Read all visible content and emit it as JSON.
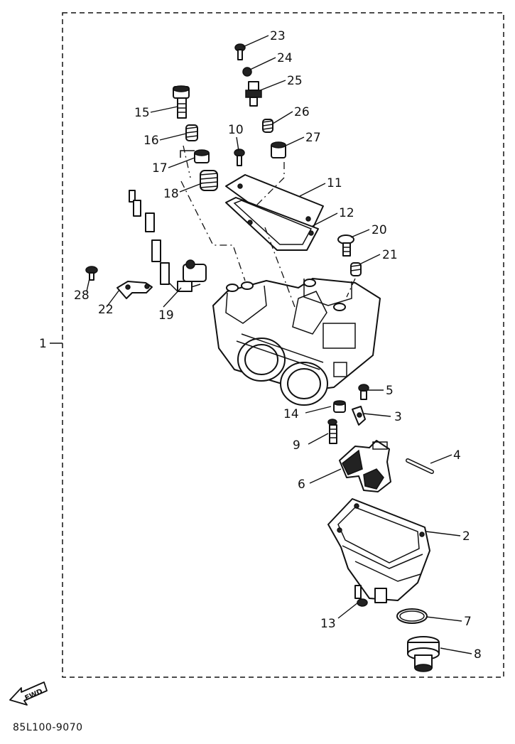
{
  "assembly_label": "1",
  "fwd_label": "FWD",
  "diagram_code": "85L100-9070",
  "callouts": [
    "2",
    "3",
    "4",
    "5",
    "6",
    "7",
    "8",
    "9",
    "10",
    "11",
    "12",
    "13",
    "14",
    "15",
    "16",
    "17",
    "18",
    "19",
    "20",
    "21",
    "22",
    "23",
    "24",
    "25",
    "26",
    "27",
    "28"
  ]
}
